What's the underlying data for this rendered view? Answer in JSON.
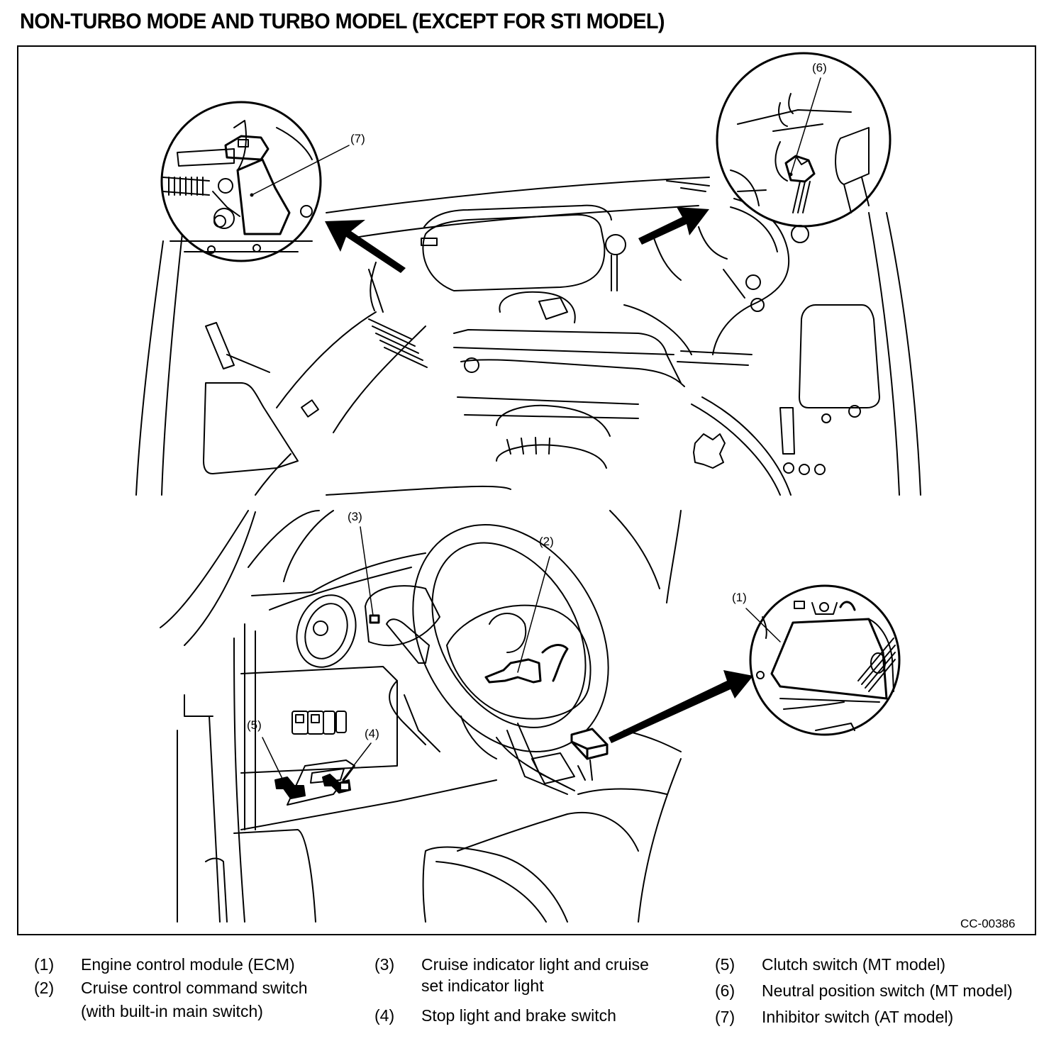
{
  "title": "NON-TURBO MODE AND TURBO MODEL (EXCEPT FOR STI MODEL)",
  "figure_code": "CC-00386",
  "callouts": {
    "c1": "(1)",
    "c2": "(2)",
    "c3": "(3)",
    "c4": "(4)",
    "c5": "(5)",
    "c6": "(6)",
    "c7": "(7)"
  },
  "views": {
    "upper": "engine-compartment",
    "lower": "driver-cabin",
    "insets": [
      "inhibitor-switch-detail",
      "neutral-position-switch-detail",
      "ecm-detail"
    ]
  },
  "legend": {
    "col1": [
      {
        "num": "(1)",
        "lines": [
          "Engine control module (ECM)"
        ]
      },
      {
        "num": "(2)",
        "lines": [
          "Cruise control command switch",
          "(with built-in main switch)"
        ]
      }
    ],
    "col2": [
      {
        "num": "(3)",
        "lines": [
          "Cruise indicator light and cruise",
          "set indicator light"
        ]
      },
      {
        "num": "(4)",
        "lines": [
          "Stop light and brake switch"
        ]
      }
    ],
    "col3": [
      {
        "num": "(5)",
        "lines": [
          "Clutch switch (MT model)"
        ]
      },
      {
        "num": "(6)",
        "lines": [
          "Neutral position switch (MT model)"
        ]
      },
      {
        "num": "(7)",
        "lines": [
          "Inhibitor switch (AT model)"
        ]
      }
    ]
  }
}
